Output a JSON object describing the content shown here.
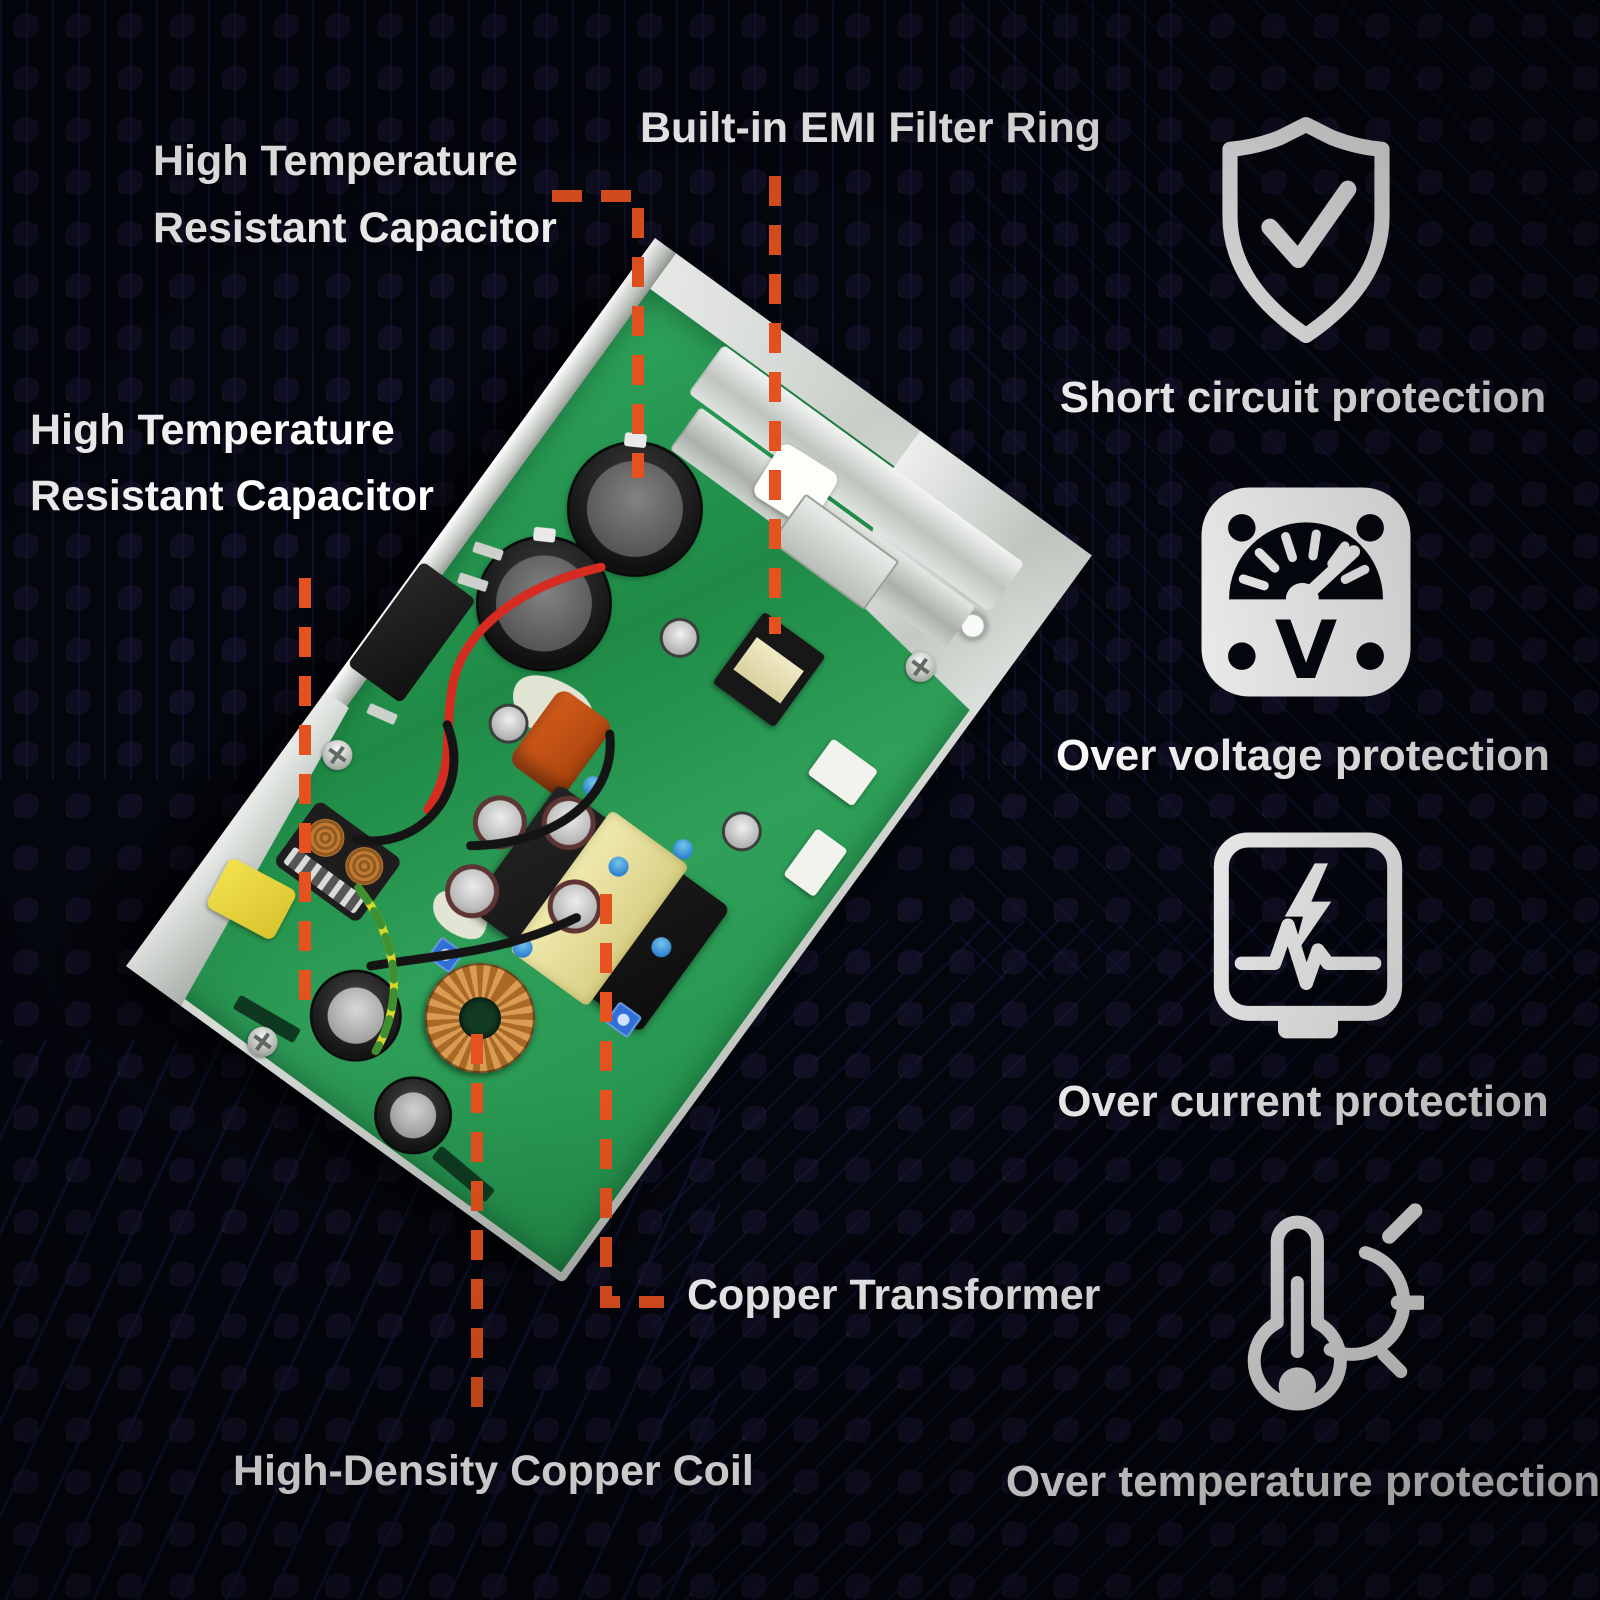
{
  "callouts": {
    "top_capacitor": {
      "line1": "High Temperature",
      "line2": "Resistant Capacitor"
    },
    "emi": {
      "label": "Built-in EMI Filter Ring"
    },
    "left_capacitor": {
      "line1": "High Temperature",
      "line2": "Resistant Capacitor"
    },
    "transformer": {
      "label": "Copper Transformer"
    },
    "coil": {
      "label": "High-Density Copper Coil"
    }
  },
  "features": [
    {
      "icon": "shield-check-icon",
      "label": "Short circuit protection"
    },
    {
      "icon": "voltmeter-icon",
      "label": "Over voltage protection"
    },
    {
      "icon": "current-monitor-icon",
      "label": "Over current protection"
    },
    {
      "icon": "thermometer-sun-icon",
      "label": "Over temperature protection"
    }
  ],
  "board": {
    "meter_letter": "V"
  },
  "colors": {
    "accent": "#E5521F",
    "text": "#FFFFFF",
    "background": "#04060E",
    "pcb_green": "#2FA05A",
    "chassis": "#C9CEC9"
  }
}
